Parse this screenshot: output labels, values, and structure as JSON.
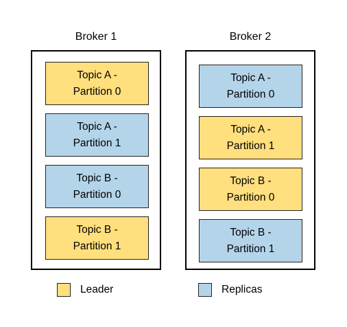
{
  "colors": {
    "leader": "#ffdf7e",
    "replica": "#b4d4ea"
  },
  "brokers": [
    {
      "title": "Broker 1",
      "partitions": [
        {
          "line1": "Topic A -",
          "line2": "Partition 0",
          "role": "leader"
        },
        {
          "line1": "Topic A -",
          "line2": "Partition 1",
          "role": "replica"
        },
        {
          "line1": "Topic B -",
          "line2": "Partition 0",
          "role": "replica"
        },
        {
          "line1": "Topic B -",
          "line2": "Partition 1",
          "role": "leader"
        }
      ]
    },
    {
      "title": "Broker 2",
      "partitions": [
        {
          "line1": "Topic A -",
          "line2": "Partition 0",
          "role": "replica"
        },
        {
          "line1": "Topic A -",
          "line2": "Partition 1",
          "role": "leader"
        },
        {
          "line1": "Topic B -",
          "line2": "Partition 0",
          "role": "leader"
        },
        {
          "line1": "Topic B -",
          "line2": "Partition 1",
          "role": "replica"
        }
      ]
    }
  ],
  "legend": {
    "leader_label": "Leader",
    "replicas_label": "Replicas"
  }
}
